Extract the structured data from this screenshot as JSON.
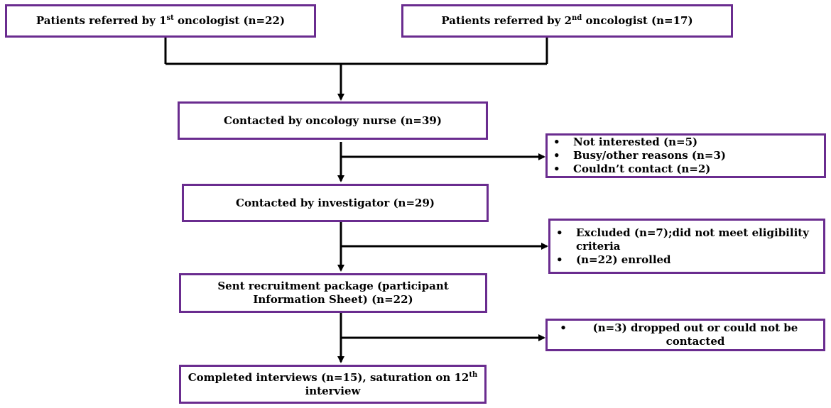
{
  "boxes": {
    "ref1": {
      "pre": "Patients referred by 1",
      "sup": "st",
      "post": " oncologist (n=22)"
    },
    "ref2": {
      "pre": "Patients referred by 2",
      "sup": "nd",
      "post": " oncologist (n=17)"
    },
    "nurse": "Contacted by oncology nurse (n=39)",
    "investigator": "Contacted by investigator (n=29)",
    "package": "Sent recruitment package (participant Information Sheet) (n=22)",
    "completed": {
      "pre": "Completed interviews (n=15), saturation on 12",
      "sup": "th",
      "post": " interview"
    }
  },
  "side": {
    "nurse_excl": [
      "Not interested (n=5)",
      "Busy/other reasons (n=3)",
      "Couldn’t contact (n=2)"
    ],
    "inv_excl": [
      "Excluded (n=7);did not meet eligibility criteria",
      "(n=22) enrolled"
    ],
    "pkg_excl": [
      "(n=3) dropped out or could not be contacted"
    ]
  },
  "bullet": "•",
  "colors": {
    "border": "#6a2c8f",
    "line": "#000000"
  }
}
